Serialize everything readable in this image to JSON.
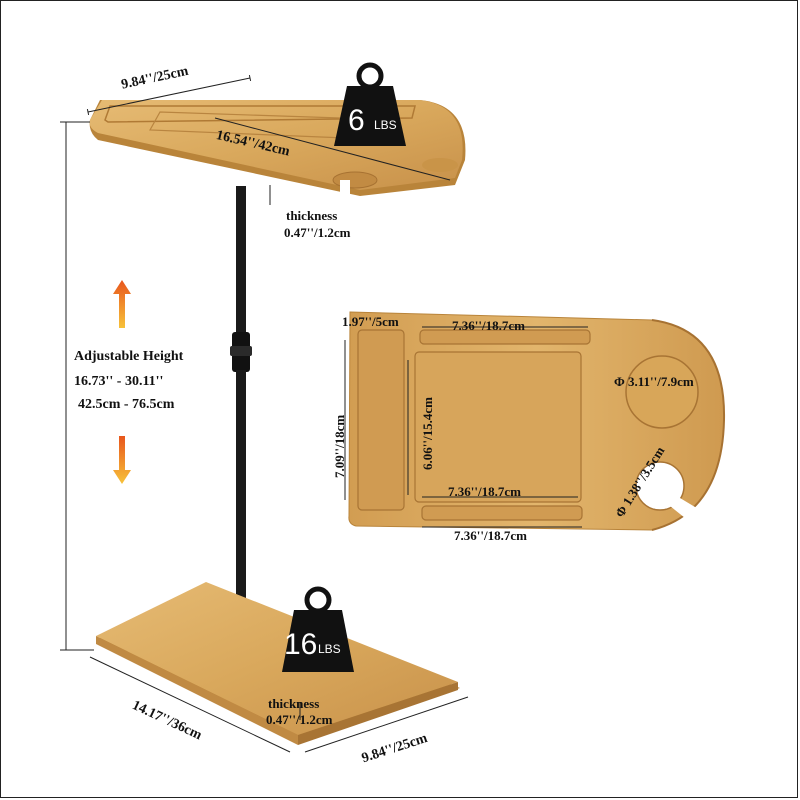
{
  "top_tray": {
    "width_label": "9.84''/25cm",
    "length_label": "16.54''/42cm",
    "thickness_title": "thickness",
    "thickness_value": "0.47''/1.2cm"
  },
  "top_weight": {
    "number": "6",
    "unit": "LBS"
  },
  "base_weight": {
    "number": "16",
    "unit": "LBS"
  },
  "height": {
    "title": "Adjustable Height",
    "inches": "16.73'' - 30.11''",
    "cm": "42.5cm - 76.5cm"
  },
  "tray_detail": {
    "side_slot_width": "1.97''/5cm",
    "top_slot_length": "7.36''/18.7cm",
    "outer_height": "7.09''/18cm",
    "inner_height": "6.06''/15.4cm",
    "inner_width": "7.36''/18.7cm",
    "bottom_slot_length": "7.36''/18.7cm",
    "cup_hole": "Φ 3.11''/7.9cm",
    "glass_hole": "Φ 1.38''/3.5cm"
  },
  "base": {
    "depth_label": "14.17''/36cm",
    "width_label": "9.84''/25cm",
    "thickness_title": "thickness",
    "thickness_value": "0.47''/1.2cm"
  },
  "colors": {
    "wood": "#d9a85c",
    "wood_dark": "#b9843a",
    "pole": "#1a1a1a",
    "arrow_top": "#e8561c",
    "arrow_bottom": "#f5b431"
  }
}
